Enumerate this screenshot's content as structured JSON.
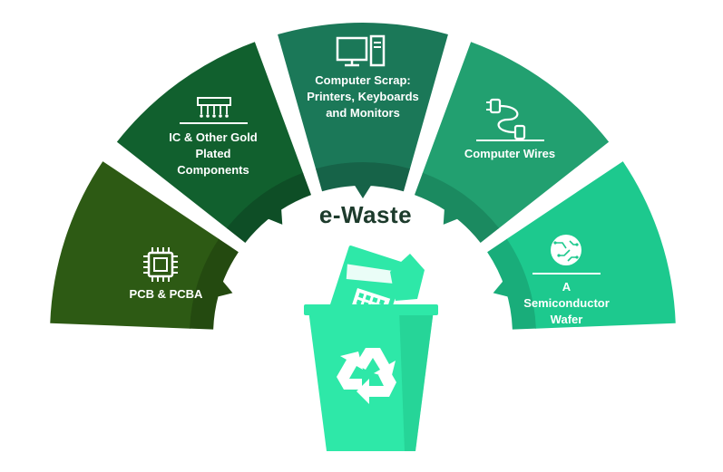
{
  "title": "e-Waste",
  "segments": [
    {
      "id": "pcb",
      "label_lines": [
        "PCB & PCBA"
      ],
      "icon": "chip-icon",
      "color": "#2d5a14",
      "inner_color": "#244a10"
    },
    {
      "id": "ic",
      "label_lines": [
        "IC & Other Gold",
        "Plated",
        "Components"
      ],
      "icon": "ic-component-icon",
      "color": "#11602e",
      "inner_color": "#0e4e26"
    },
    {
      "id": "scrap",
      "label_lines": [
        "Computer Scrap:",
        "Printers, Keyboards",
        "and Monitors"
      ],
      "icon": "computer-icon",
      "color": "#1b7858",
      "inner_color": "#166348"
    },
    {
      "id": "wires",
      "label_lines": [
        "Computer Wires"
      ],
      "icon": "cable-icon",
      "color": "#22a070",
      "inner_color": "#1b8a60"
    },
    {
      "id": "wafer",
      "label_lines": [
        "A",
        "Semiconductor",
        "Wafer"
      ],
      "icon": "wafer-icon",
      "color": "#1dc98e",
      "inner_color": "#19ad7a"
    }
  ],
  "colors": {
    "bin": "#2ee8a8",
    "bin_shadow": "#20c48a",
    "title": "#1d3b2c",
    "background": "#ffffff"
  }
}
